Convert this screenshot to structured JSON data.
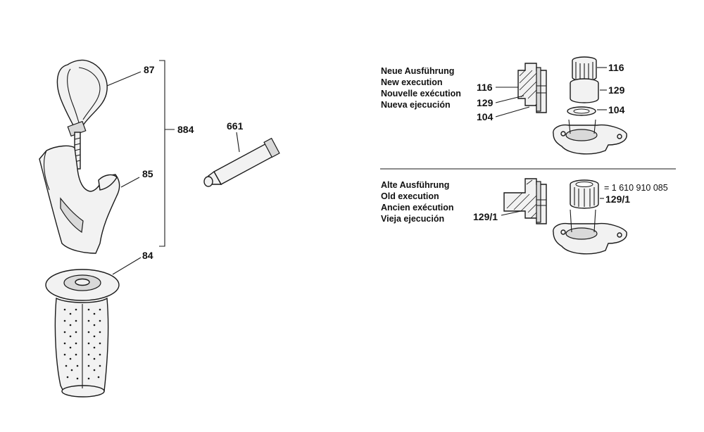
{
  "labels": {
    "p87": "87",
    "p85": "85",
    "p84": "84",
    "p884": "884",
    "p661": "661",
    "new_116a": "116",
    "new_129a": "129",
    "new_104a": "104",
    "new_116b": "116",
    "new_129b": "129",
    "new_104b": "104",
    "old_1291a": "129/1",
    "old_1291b": "129/1",
    "old_ref": "= 1 610 910 085"
  },
  "new_version": {
    "de": "Neue Ausführung",
    "en": "New execution",
    "fr": "Nouvelle exécution",
    "es": "Nueva ejecución"
  },
  "old_version": {
    "de": "Alte Ausführung",
    "en": "Old execution",
    "fr": "Ancien exécution",
    "es": "Vieja ejecución"
  }
}
